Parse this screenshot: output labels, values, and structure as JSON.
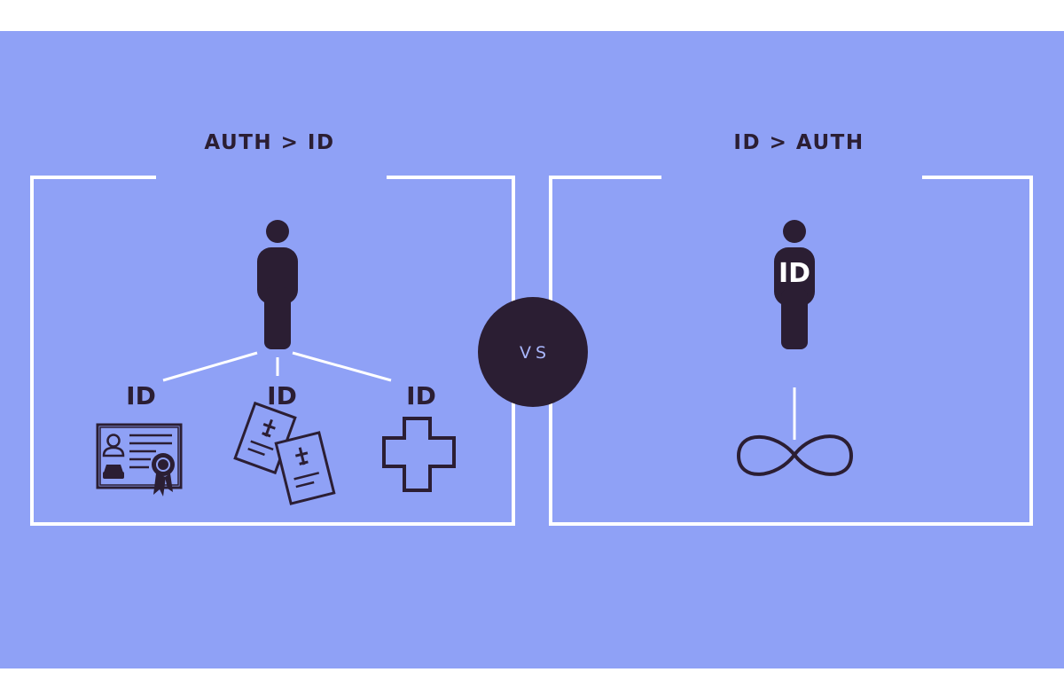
{
  "colors": {
    "page_background": "#ffffff",
    "band_background": "#8fa1f6",
    "frame_stroke": "#ffffff",
    "figure_fill": "#2b1e33",
    "vs_text": "#a9b6fb",
    "label_text": "#2b1e33",
    "person_label_text": "#ffffff"
  },
  "left_panel": {
    "title": "AUTH > ID",
    "id_labels": [
      "ID",
      "ID",
      "ID"
    ],
    "icons": [
      "person-icon",
      "drivers-license-icon",
      "boarding-passes-icon",
      "medical-cross-icon"
    ]
  },
  "center": {
    "vs_label": "VS"
  },
  "right_panel": {
    "title": "ID > AUTH",
    "person_label": "ID",
    "icons": [
      "person-icon",
      "infinity-icon"
    ]
  }
}
